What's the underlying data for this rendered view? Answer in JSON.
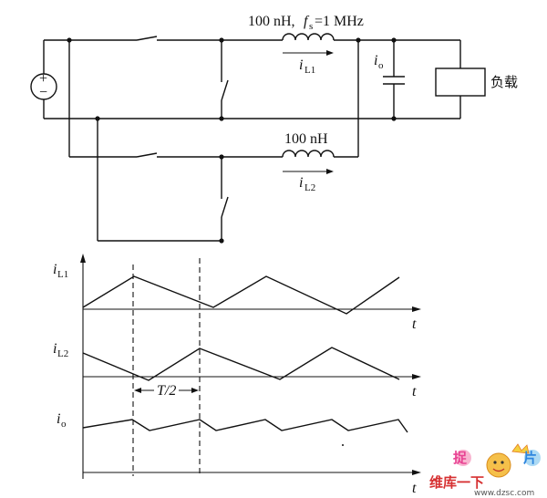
{
  "circuit": {
    "source_plus": "+",
    "source_minus": "−",
    "inductor1_label": "100 nH,",
    "fs_symbol": "f",
    "fs_sub": "s",
    "fs_value": "=1 MHz",
    "il1_symbol": "i",
    "il1_sub": "L1",
    "inductor2_label": "100 nH",
    "il2_symbol": "i",
    "il2_sub": "L2",
    "io_symbol": "i",
    "io_sub": "o",
    "load_label": "负载"
  },
  "waveforms": {
    "il1_axis_symbol": "i",
    "il1_axis_sub": "L1",
    "il2_axis_symbol": "i",
    "il2_axis_sub": "L2",
    "io_axis_symbol": "i",
    "io_axis_sub": "o",
    "t_label": "t",
    "half_period_label": "T/2"
  },
  "watermark": {
    "text_top": "捉",
    "text_mid": "片",
    "text_bottom": "维库一下",
    "url": "www.dzsc.com"
  }
}
